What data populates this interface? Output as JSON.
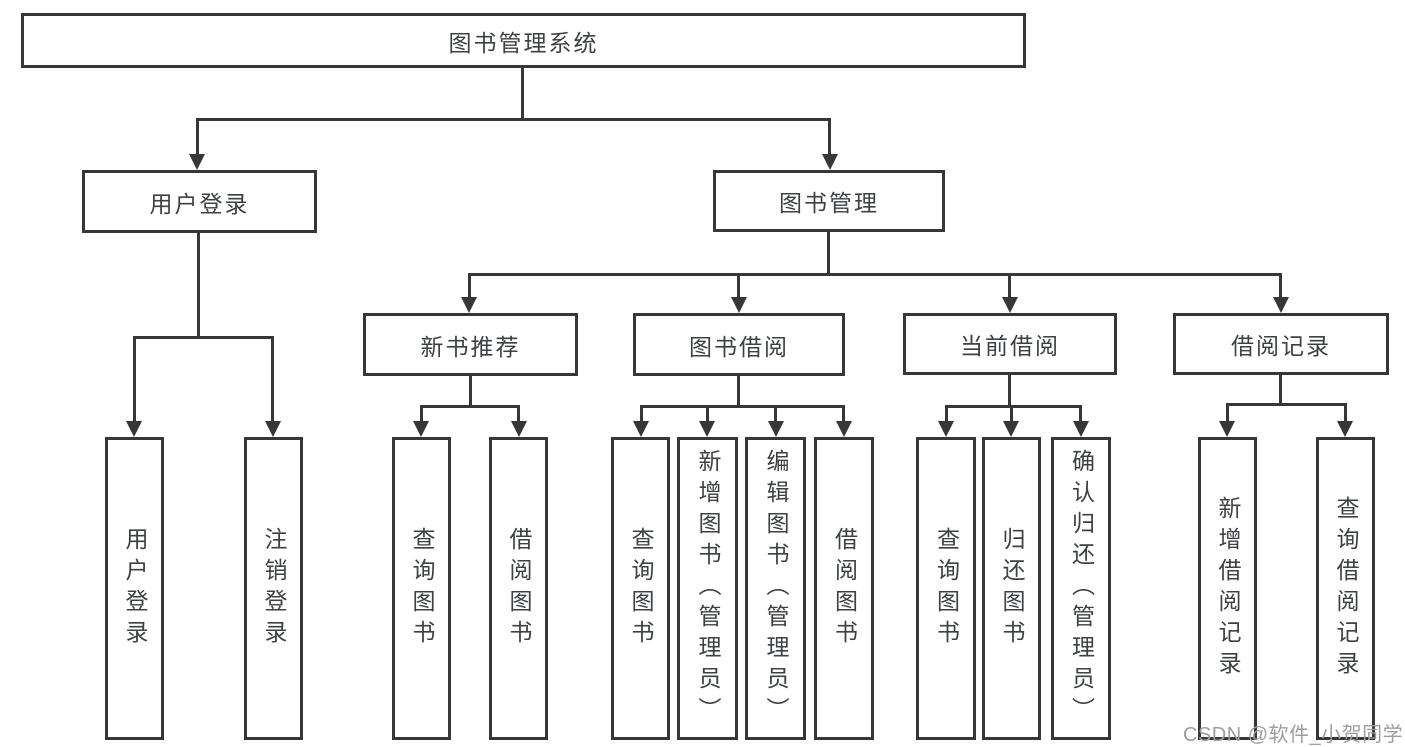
{
  "tree": {
    "root": {
      "label": "图书管理系统",
      "children": [
        {
          "label": "用户登录",
          "children": [
            {
              "label": "用户登录"
            },
            {
              "label": "注销登录"
            }
          ]
        },
        {
          "label": "图书管理",
          "children": [
            {
              "label": "新书推荐",
              "children": [
                {
                  "label": "查询图书"
                },
                {
                  "label": "借阅图书"
                }
              ]
            },
            {
              "label": "图书借阅",
              "children": [
                {
                  "label": "查询图书"
                },
                {
                  "label": "新增图书（管理员）"
                },
                {
                  "label": "编辑图书（管理员）"
                },
                {
                  "label": "借阅图书"
                }
              ]
            },
            {
              "label": "当前借阅",
              "children": [
                {
                  "label": "查询图书"
                },
                {
                  "label": "归还图书"
                },
                {
                  "label": "确认归还（管理员）"
                }
              ]
            },
            {
              "label": "借阅记录",
              "children": [
                {
                  "label": "新增借阅记录"
                },
                {
                  "label": "查询借阅记录"
                }
              ]
            }
          ]
        }
      ]
    }
  },
  "watermark": {
    "text": "CSDN @软件_小贺同学"
  },
  "colors": {
    "line": "#373737",
    "box_border": "#373737",
    "text": "#3d4045",
    "watermark": "#9e9e9e",
    "background": "#ffffff"
  }
}
